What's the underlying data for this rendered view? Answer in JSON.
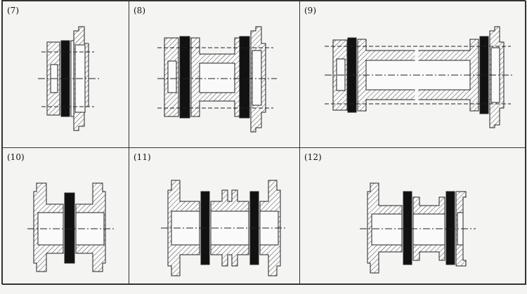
{
  "panels": [
    {
      "label": "(7)"
    },
    {
      "label": "(8)"
    },
    {
      "label": "(9)"
    },
    {
      "label": "(10)"
    },
    {
      "label": "(11)"
    },
    {
      "label": "(12)"
    }
  ]
}
